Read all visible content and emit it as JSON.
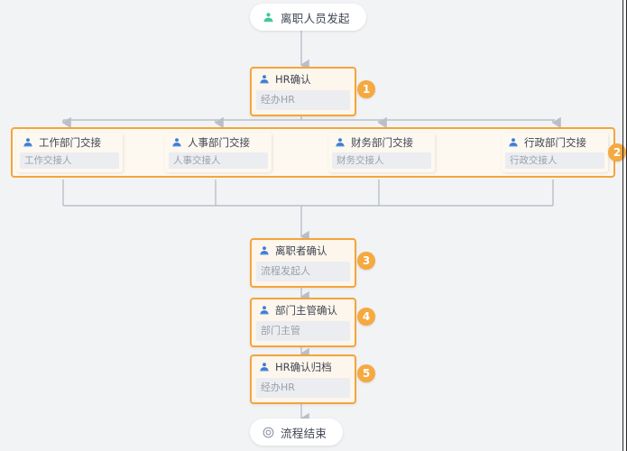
{
  "canvas": {
    "background": "#f2f3f5",
    "accent_orange": "#f3a53c",
    "badge_color": "#f5a93f",
    "card_fill": "#fdf6ec",
    "sub_fill": "#ebedf0",
    "line_color": "#b9bfc9"
  },
  "start_node": {
    "label": "离职人员发起",
    "icon": "user-green-icon",
    "icon_color": "#3ec79a"
  },
  "end_node": {
    "label": "流程结束",
    "icon": "end-circle-icon",
    "icon_color": "#8b93a1"
  },
  "tasks": [
    {
      "id": "hr-confirm",
      "title": "HR确认",
      "assignee": "经办HR",
      "badge": "1",
      "icon": "user-blue-icon"
    },
    {
      "id": "resignee-confirm",
      "title": "离职者确认",
      "assignee": "流程发起人",
      "badge": "3",
      "icon": "user-blue-icon"
    },
    {
      "id": "manager-confirm",
      "title": "部门主管确认",
      "assignee": "部门主管",
      "badge": "4",
      "icon": "user-blue-icon"
    },
    {
      "id": "hr-archive",
      "title": "HR确认归档",
      "assignee": "经办HR",
      "badge": "5",
      "icon": "user-blue-icon"
    }
  ],
  "parallel_group": {
    "badge": "2",
    "branches": [
      {
        "id": "work-handover",
        "title": "工作部门交接",
        "assignee": "工作交接人",
        "icon": "user-blue-icon"
      },
      {
        "id": "hr-handover",
        "title": "人事部门交接",
        "assignee": "人事交接人",
        "icon": "user-blue-icon"
      },
      {
        "id": "fin-handover",
        "title": "财务部门交接",
        "assignee": "财务交接人",
        "icon": "user-blue-icon"
      },
      {
        "id": "admin-handover",
        "title": "行政部门交接",
        "assignee": "行政交接人",
        "icon": "user-blue-icon"
      }
    ]
  }
}
